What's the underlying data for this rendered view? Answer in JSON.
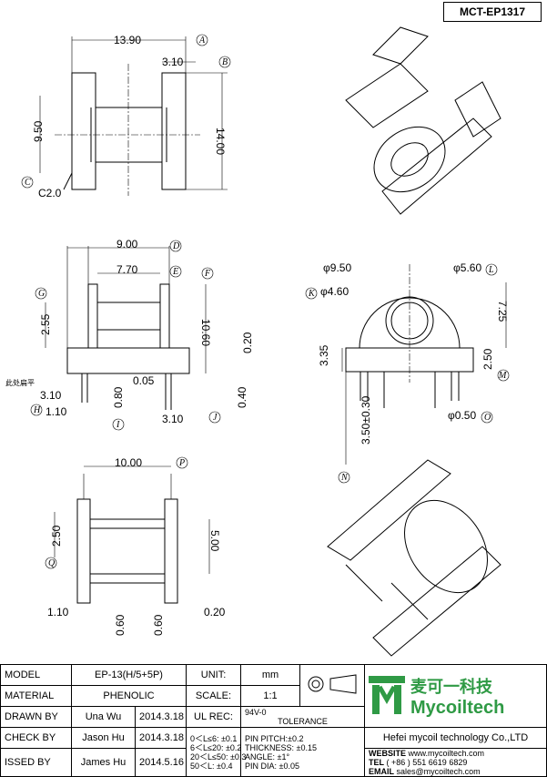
{
  "drawing_code": "MCT-EP1317",
  "dims": {
    "top_width": "13.90",
    "top_flange": "3.10",
    "top_height": "9.50",
    "top_total": "14.00",
    "chamfer": "C2.0",
    "mid_w1": "9.00",
    "mid_w2": "7.70",
    "mid_h1": "2.55",
    "mid_h2": "10.60",
    "mid_h3": "0.20",
    "mid_a": "3.10",
    "mid_b": "1.10",
    "mid_c": "0.80",
    "mid_d": "0.05",
    "mid_e": "0.40",
    "mid_f": "3.10",
    "note": "此处扁平",
    "bot_w": "10.00",
    "bot_h1": "2.50",
    "bot_h2": "5.00",
    "bot_a": "1.10",
    "bot_b": "0.60",
    "bot_c": "0.60",
    "bot_d": "0.20",
    "r_d1": "φ9.50",
    "r_d2": "φ5.60",
    "r_d3": "φ4.60",
    "r_h1": "7.25",
    "r_h2": "3.35",
    "r_h3": "2.50",
    "r_pin": "φ0.50",
    "r_len": "3.50±0.30"
  },
  "markers": [
    "A",
    "B",
    "C",
    "D",
    "E",
    "F",
    "G",
    "H",
    "I",
    "J",
    "K",
    "L",
    "M",
    "N",
    "O",
    "P",
    "Q"
  ],
  "titleblock": {
    "model_label": "MODEL",
    "model": "EP-13(H/5+5P)",
    "unit_label": "UNIT:",
    "unit": "mm",
    "material_label": "MATERIAL",
    "material": "PHENOLIC",
    "scale_label": "SCALE:",
    "scale": "1:1",
    "ul_label": "UL REC:",
    "ul": "94V-0",
    "drawn_label": "DRAWN BY",
    "drawn_by": "Una Wu",
    "drawn_date": "2014.3.18",
    "check_label": "CHECK BY",
    "check_by": "Jason Hu",
    "check_date": "2014.3.18",
    "issued_label": "ISSED BY",
    "issued_by": "James Hu",
    "issued_date": "2014.5.16",
    "tolerance_label": "TOLERANCE",
    "tol1": "0＜L≤6: ±0.1",
    "tol2": "6＜L≤20: ±0.2",
    "tol3": "20＜L≤50: ±0.3",
    "tol4": "50＜L: ±0.4",
    "tol5": "PIN PITCH:±0.2",
    "tol6": "THICKNESS: ±0.15",
    "tol7": "ANGLE: ±1°",
    "tol8": "PIN DIA: ±0.05",
    "company": "Hefei mycoil technology Co.,LTD",
    "website_label": "WEBSITE",
    "website": "www.mycoiltech.com",
    "tel_label": "TEL",
    "tel": "( +86 ) 551 6619 6829",
    "email_label": "EMAIL",
    "email": "sales@mycoiltech.com",
    "logo_cn": "麦可一科技",
    "logo_en": "Mycoiltech"
  },
  "colors": {
    "brand": "#2f9a45"
  }
}
